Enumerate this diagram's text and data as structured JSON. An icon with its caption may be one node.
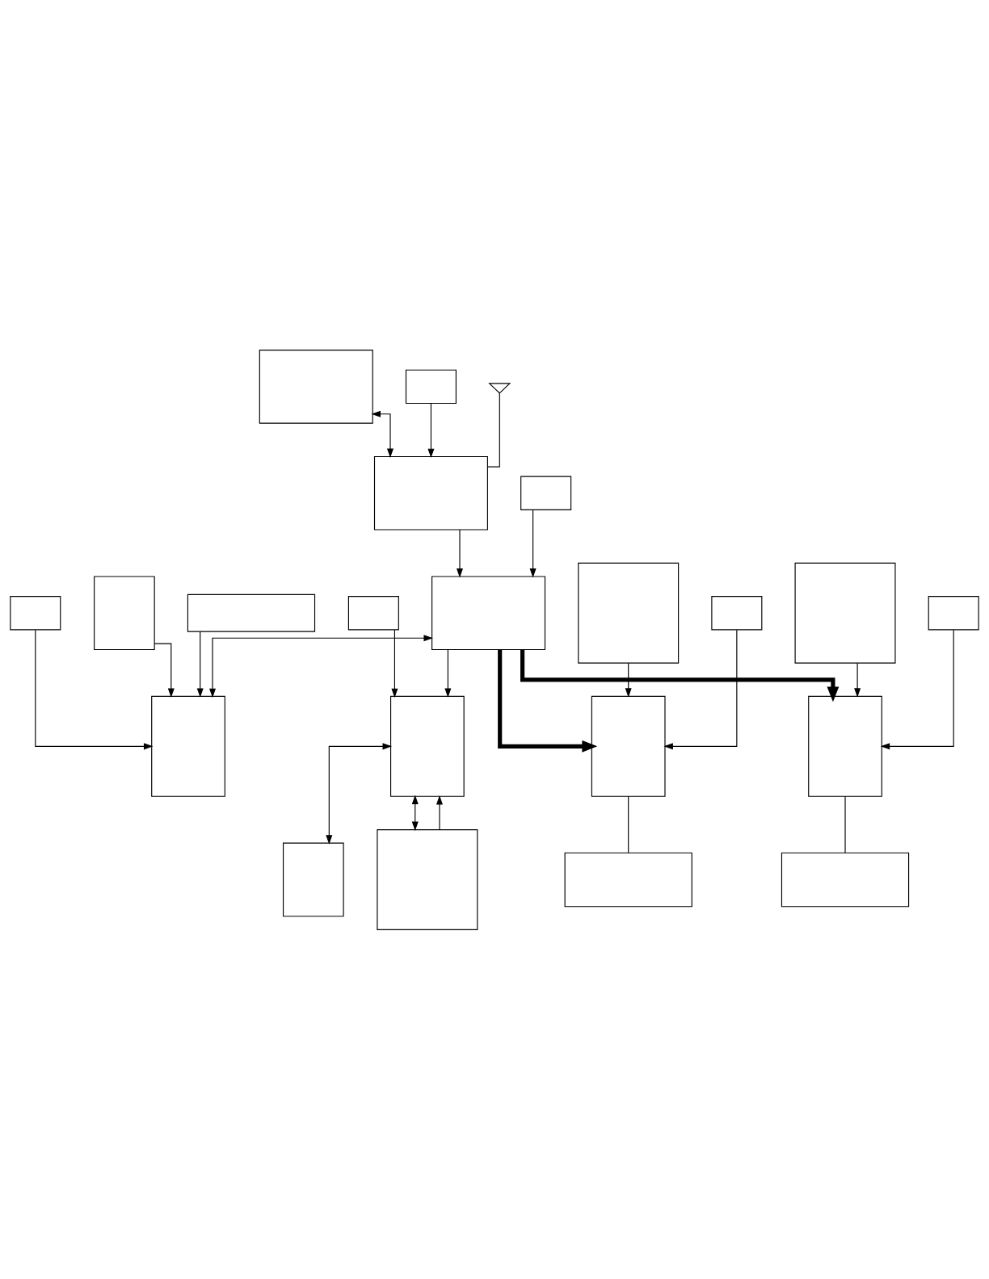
{
  "diagram": {
    "nodes": [
      {
        "text": [],
        "shape": "box"
      },
      {
        "text": [],
        "shape": "box"
      },
      {
        "text": [],
        "shape": "box"
      },
      {
        "text": [],
        "shape": "box"
      },
      {
        "text": [],
        "shape": "box"
      },
      {
        "text": [],
        "shape": "ground"
      },
      {
        "text": [],
        "shape": "box"
      },
      {
        "text": [],
        "shape": "box"
      },
      {
        "text": [],
        "shape": "box"
      },
      {
        "text": [],
        "shape": "box"
      },
      {
        "text": [],
        "shape": "box"
      },
      {
        "text": [],
        "shape": "box"
      },
      {
        "text": [],
        "shape": "box"
      },
      {
        "text": [],
        "shape": "box"
      },
      {
        "text": [],
        "shape": "box"
      },
      {
        "text": [],
        "shape": "box"
      },
      {
        "text": [],
        "shape": "box"
      },
      {
        "text": [],
        "shape": "box"
      },
      {
        "text": [],
        "shape": "box"
      },
      {
        "text": [],
        "shape": "box"
      },
      {
        "text": [],
        "shape": "box"
      },
      {
        "text": [],
        "shape": "box"
      }
    ],
    "edges": [
      {
        "from": 0,
        "to": 2,
        "arrow": "both"
      },
      {
        "from": 2,
        "to": 1,
        "arrow": "to"
      },
      {
        "from": 3,
        "to": 1,
        "arrow": "to"
      },
      {
        "from": 4,
        "to": 2,
        "arrow": "to"
      },
      {
        "from": 5,
        "to": 2,
        "arrow": "none"
      },
      {
        "from": 1,
        "to": 6,
        "arrow": "both"
      },
      {
        "from": 1,
        "to": 7,
        "arrow": "to"
      },
      {
        "from": 1,
        "to": 8,
        "arrow": "to",
        "style": "thick"
      },
      {
        "from": 1,
        "to": 9,
        "arrow": "to",
        "style": "thick"
      },
      {
        "from": 10,
        "to": 6,
        "arrow": "to"
      },
      {
        "from": 11,
        "to": 7,
        "arrow": "to"
      },
      {
        "from": 12,
        "to": 8,
        "arrow": "to"
      },
      {
        "from": 13,
        "to": 9,
        "arrow": "to"
      },
      {
        "from": 14,
        "to": 6,
        "arrow": "to"
      },
      {
        "from": 19,
        "to": 6,
        "arrow": "to"
      },
      {
        "from": 7,
        "to": 15,
        "arrow": "both"
      },
      {
        "from": 7,
        "to": 20,
        "arrow": "both"
      },
      {
        "from": 20,
        "to": 7,
        "arrow": "to"
      },
      {
        "from": 8,
        "to": 16,
        "arrow": "none"
      },
      {
        "from": 18,
        "to": 8,
        "arrow": "to"
      },
      {
        "from": 9,
        "to": 17,
        "arrow": "none"
      },
      {
        "from": 21,
        "to": 9,
        "arrow": "to"
      }
    ]
  }
}
